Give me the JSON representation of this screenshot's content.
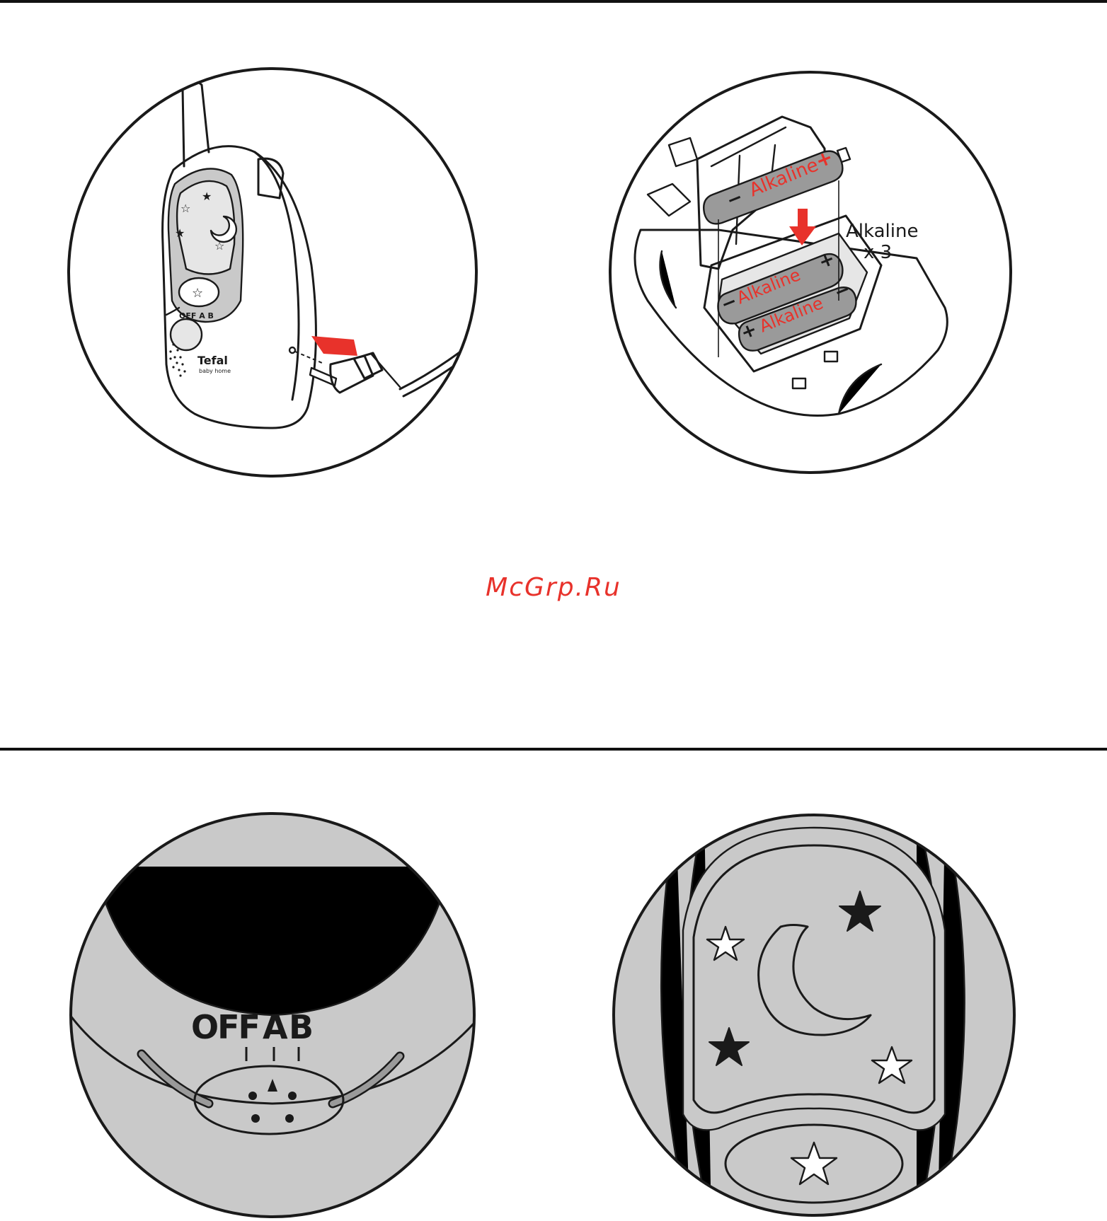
{
  "watermark": "McGrp.Ru",
  "colors": {
    "red": "#e8322b",
    "gray_dark": "#9a9a9a",
    "gray_mid": "#c9c9c9",
    "gray_light": "#e6e6e6",
    "ink": "#1a1a1a"
  },
  "fig1": {
    "brand_line1": "Tefal",
    "brand_line2": "baby home",
    "switch_label": "OFF A B"
  },
  "fig2": {
    "battery_label": "Alkaline",
    "minus": "−",
    "plus": "+",
    "callout_line1": "Alkaline",
    "callout_line2": "x 3"
  },
  "fig3": {
    "label_off": "OFF",
    "label_a": "A",
    "label_b": "B"
  },
  "icons": [
    "antenna",
    "plug-arrow",
    "battery",
    "down-arrow",
    "moon-icon",
    "star-icon"
  ]
}
